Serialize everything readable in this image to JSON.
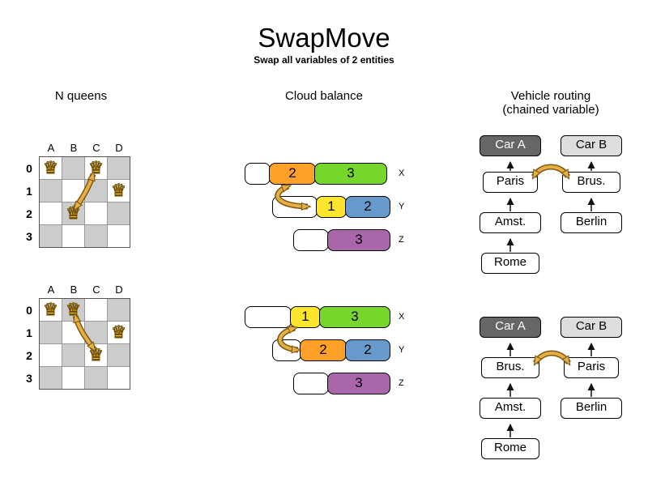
{
  "title": "SwapMove",
  "subtitle": "Swap all variables of 2 entities",
  "headers": {
    "nqueens": "N queens",
    "cloud": "Cloud balance",
    "vehicle_line1": "Vehicle routing",
    "vehicle_line2": "(chained variable)"
  },
  "board": {
    "col_labels": [
      "A",
      "B",
      "C",
      "D"
    ],
    "row_labels": [
      "0",
      "1",
      "2",
      "3"
    ],
    "queen": "♛",
    "top_queen_positions": [
      "A0",
      "C0",
      "D1",
      "B2"
    ],
    "bottom_queen_positions": [
      "A0",
      "B0",
      "D1",
      "C2"
    ]
  },
  "cloud": {
    "top": [
      {
        "label": "X",
        "blocks": [
          {
            "v": "2",
            "color": "orange"
          },
          {
            "v": "3",
            "color": "green"
          }
        ]
      },
      {
        "label": "Y",
        "blocks": [
          {
            "v": "1",
            "color": "yellow"
          },
          {
            "v": "2",
            "color": "blue"
          }
        ]
      },
      {
        "label": "Z",
        "blocks": [
          {
            "v": "3",
            "color": "purple"
          }
        ]
      }
    ],
    "bottom": [
      {
        "label": "X",
        "blocks": [
          {
            "v": "1",
            "color": "yellow"
          },
          {
            "v": "3",
            "color": "green"
          }
        ]
      },
      {
        "label": "Y",
        "blocks": [
          {
            "v": "2",
            "color": "orange"
          },
          {
            "v": "2",
            "color": "blue"
          }
        ]
      },
      {
        "label": "Z",
        "blocks": [
          {
            "v": "3",
            "color": "purple"
          }
        ]
      }
    ]
  },
  "vehicle": {
    "top": {
      "car_a": "Car A",
      "car_b": "Car B",
      "chain_a": [
        "Paris",
        "Amst.",
        "Rome"
      ],
      "chain_b": [
        "Brus.",
        "Berlin"
      ]
    },
    "bottom": {
      "car_a": "Car A",
      "car_b": "Car B",
      "chain_a": [
        "Brus.",
        "Amst.",
        "Rome"
      ],
      "chain_b": [
        "Paris",
        "Berlin"
      ]
    }
  },
  "colors": {
    "orange": "#ffa028",
    "green": "#77d62c",
    "yellow": "#ffe52e",
    "blue": "#6699cc",
    "purple": "#aa66aa",
    "car_dark": "#666666",
    "car_light": "#dddddd",
    "board_gray": "#cccccc",
    "swap_arrow_fill": "#e8ae45",
    "swap_arrow_outline": "#7a5a12",
    "queen_gold": "#f2c12e"
  }
}
